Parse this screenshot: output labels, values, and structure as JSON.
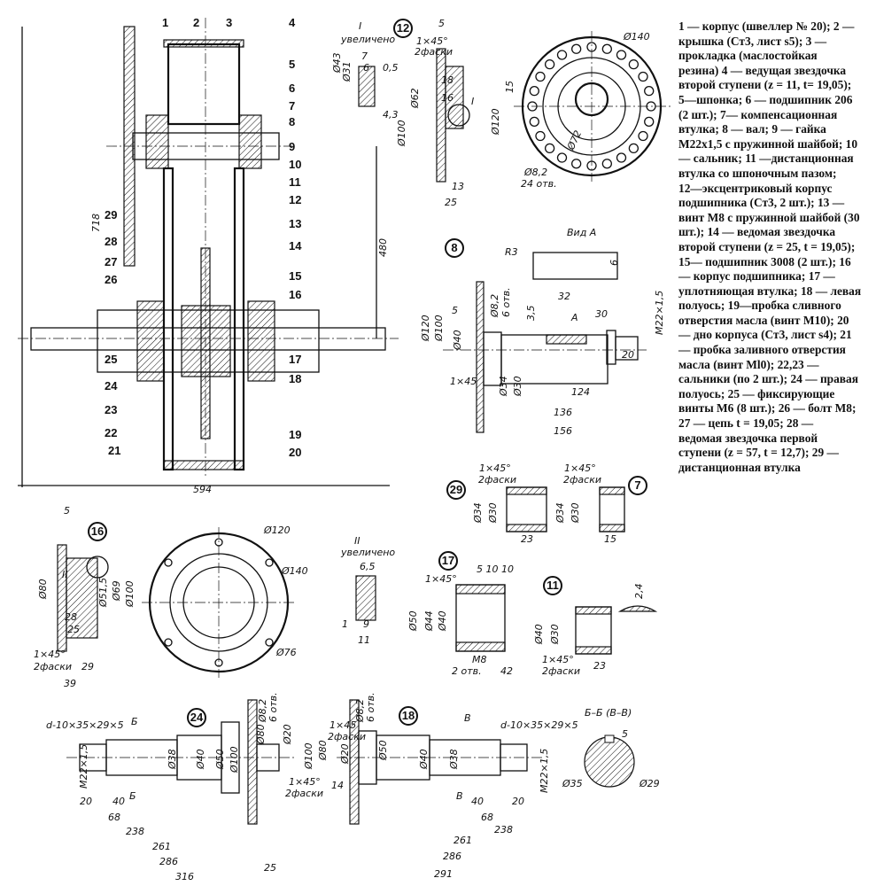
{
  "legend_lines": [
    "1 — корпус (швеллер № 20); 2 —",
    "крышка (Ст3, лист s5); 3 —",
    "прокладка (маслостойкая",
    "резина) 4 — ведущая звездочка",
    "второй ступени (z = 11, t= 19,05);",
    "5—шпонка; 6 — подшипник 206",
    "(2 шт.); 7— компенсационная",
    "втулка; 8 — вал; 9 — гайка",
    "M22x1,5 с пружинной шайбой; 10",
    "— сальник; 11 —дистанционная",
    "втулка со шпоночным пазом;",
    "12—эксцентриковый корпус",
    "подшипника (Ст3, 2 шт.); 13 —",
    "винт M8 с пружинной шайбой (30",
    "шт.); 14 — ведомая звездочка",
    "второй ступени (z = 25, t = 19,05);",
    "15— подшипник 3008 (2 шт.); 16",
    "— корпус подшипника; 17 —",
    "уплотняющая втулка; 18 — левая",
    "полуось; 19—пробка сливного",
    "отверстия масла (винт M10); 20",
    "— дно корпуса (Ст3, лист s4); 21",
    "— пробка заливного отверстия",
    "масла (винт Ml0); 22,23 —",
    "сальники (по 2 шт.); 24 — правая",
    "полуось; 25 — фиксирующие",
    "винты M6 (8 шт.); 26 — болт M8;",
    "27 — цепь t = 19,05; 28 —",
    "ведомая звездочка первой",
    "ступени (z = 57, t = 12,7); 29 —",
    "дистанционная втулка"
  ],
  "part_numbers": [
    "1",
    "2",
    "3",
    "4",
    "5",
    "6",
    "7",
    "8",
    "9",
    "10",
    "11",
    "12",
    "13",
    "14",
    "15",
    "16",
    "17",
    "18",
    "19",
    "20",
    "21",
    "22",
    "23",
    "24",
    "25",
    "26",
    "27",
    "28",
    "29"
  ],
  "detail_ids": [
    "12",
    "8",
    "29",
    "7",
    "16",
    "17",
    "11",
    "24",
    "18"
  ],
  "dimensions": [
    "718",
    "480",
    "594",
    "I",
    "увеличено",
    "1×45°",
    "2фаски",
    "5",
    "Ø43",
    "Ø31",
    "7",
    "6",
    "0,5",
    "4,3",
    "Ø62",
    "Ø100",
    "18",
    "16",
    "I",
    "Ø120",
    "13",
    "25",
    "Ø140",
    "15",
    "Ø72",
    "Ø8,2",
    "24 отв.",
    "Вид А",
    "R3",
    "6",
    "32",
    "A",
    "30",
    "3,5",
    "Ø8,2",
    "6 отв.",
    "5",
    "Ø120",
    "Ø100",
    "Ø40",
    "1×45",
    "Ø34",
    "Ø30",
    "M22×1,5",
    "20",
    "124",
    "136",
    "156",
    "1×45°",
    "2фаски",
    "Ø34",
    "Ø30",
    "23",
    "1×45°",
    "2фаски",
    "Ø34",
    "Ø30",
    "15",
    "5",
    "II",
    "Ø80",
    "Ø51,5",
    "Ø69",
    "Ø100",
    "28",
    "25",
    "1×45°",
    "2фаски",
    "29",
    "39",
    "Ø120",
    "Ø140",
    "Ø76",
    "II",
    "увеличено",
    "6,5",
    "1",
    "9",
    "11",
    "5 10 10",
    "1×45°",
    "Ø50",
    "Ø44",
    "Ø40",
    "M8",
    "2 отв.",
    "42",
    "2,4",
    "Ø40",
    "Ø30",
    "1×45°",
    "2фаски",
    "23",
    "Ø8,2",
    "6 отв.",
    "d-10×35×29×5",
    "Б",
    "Ø38",
    "Ø40",
    "Ø50",
    "Ø100",
    "Ø80",
    "Ø20",
    "M22×1,5",
    "20",
    "40",
    "Б",
    "68",
    "238",
    "261",
    "286",
    "316",
    "1×45°",
    "2фаски",
    "25",
    "Ø8,2",
    "6 отв.",
    "Ø100",
    "Ø80",
    "1×45",
    "2фаски",
    "Ø20",
    "Ø50",
    "14",
    "Ø40",
    "Ø38",
    "В",
    "d-10×35×29×5",
    "В",
    "40",
    "20",
    "68",
    "238",
    "261",
    "286",
    "291",
    "M22×1,5",
    "Б–Б (В–В)",
    "5",
    "Ø35",
    "Ø29"
  ]
}
